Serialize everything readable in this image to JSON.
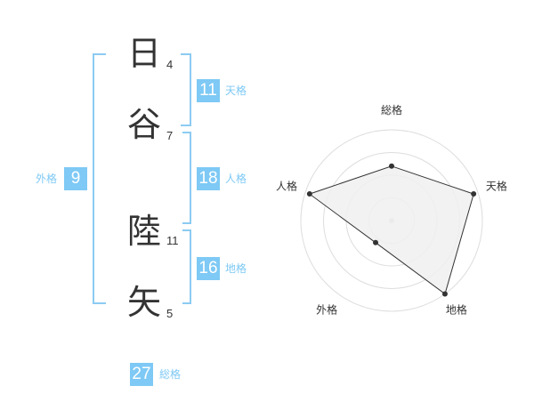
{
  "name": {
    "chars": [
      {
        "char": "日",
        "strokes": "4"
      },
      {
        "char": "谷",
        "strokes": "7"
      },
      {
        "char": "陸",
        "strokes": "11"
      },
      {
        "char": "矢",
        "strokes": "5"
      }
    ]
  },
  "fortunes": {
    "tenkaku": {
      "value": "11",
      "label": "天格"
    },
    "jinkaku": {
      "value": "18",
      "label": "人格"
    },
    "chikaku": {
      "value": "16",
      "label": "地格"
    },
    "gaikaku": {
      "value": "9",
      "label": "外格"
    },
    "soukaku": {
      "value": "27",
      "label": "総格"
    }
  },
  "chart_data": {
    "type": "radar",
    "axes": [
      "総格",
      "天格",
      "地格",
      "外格",
      "人格"
    ],
    "values": [
      0.6,
      0.95,
      1.0,
      0.3,
      0.95
    ],
    "rmax": 1.0,
    "rings": 4,
    "fill_color": "#f0f0f0",
    "line_color": "#333333",
    "grid_color": "#dddddd"
  }
}
